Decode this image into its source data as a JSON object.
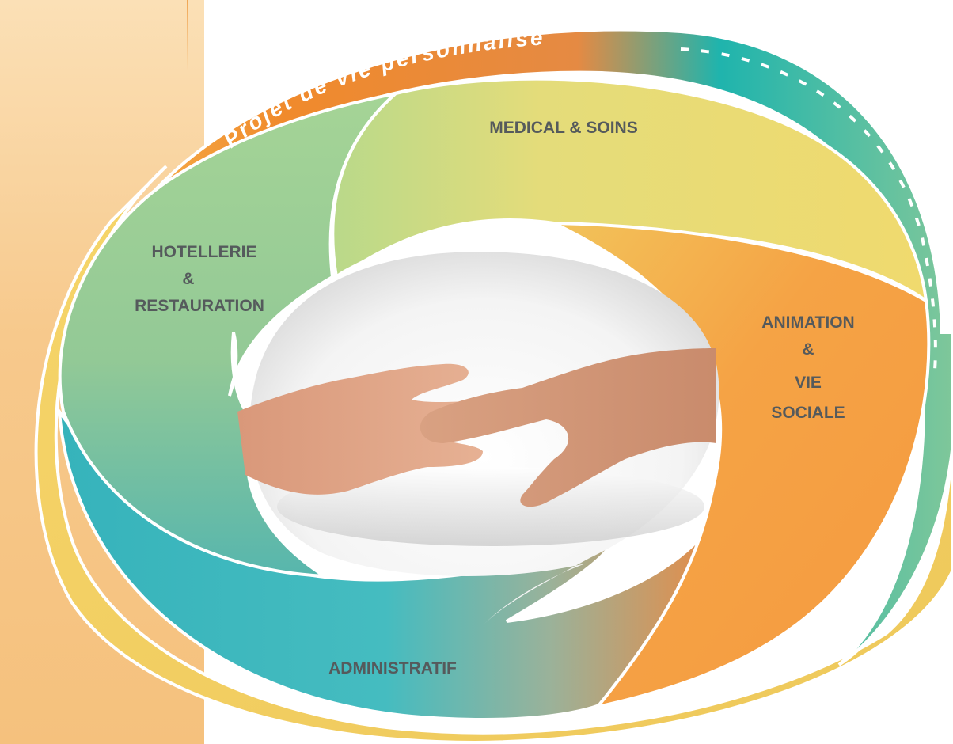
{
  "diagram": {
    "arc_title": "Projet de vie personnalisé",
    "segments": {
      "medical": {
        "label": "MEDICAL & SOINS",
        "color": "#ead973"
      },
      "hotellerie": {
        "lines": [
          "HOTELLERIE",
          "&",
          "RESTAURATION"
        ],
        "color": "#9fd098"
      },
      "animation": {
        "lines": [
          "ANIMATION",
          "&",
          "VIE",
          "SOCIALE"
        ],
        "color": "#f59f45"
      },
      "administratif": {
        "label": "ADMINISTRATIF",
        "color": "#3fb9c0"
      }
    },
    "colors": {
      "arc_orange": "#f08a2c",
      "arc_teal": "#2aa7a5",
      "outer_yellow": "#f3d267",
      "label_gray": "#555a5c",
      "panel": "#f7c98c"
    }
  }
}
